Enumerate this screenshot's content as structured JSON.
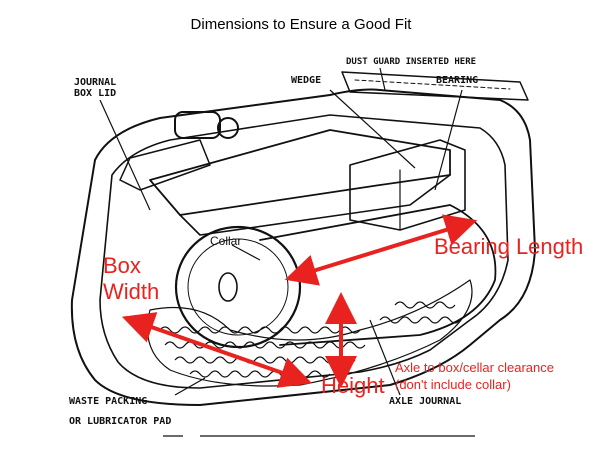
{
  "title": "Dimensions to Ensure a Good Fit",
  "diagram_labels": {
    "journal_box_lid": [
      "JOURNAL",
      "BOX LID"
    ],
    "dust_guard": "DUST GUARD INSERTED HERE",
    "wedge": "WEDGE",
    "bearing": "BEARING",
    "collar": "Collar",
    "waste_packing": [
      "WASTE PACKING",
      "OR LUBRICATOR PAD"
    ],
    "axle_journal": "AXLE JOURNAL"
  },
  "dimensions": {
    "box_width": [
      "Box",
      "Width"
    ],
    "bearing_length": "Bearing Length",
    "height": "Height",
    "clearance": [
      "Axle to box/cellar clearance",
      "(don't include collar)"
    ]
  },
  "colors": {
    "annotation": "#e8231f",
    "ink": "#111111"
  }
}
